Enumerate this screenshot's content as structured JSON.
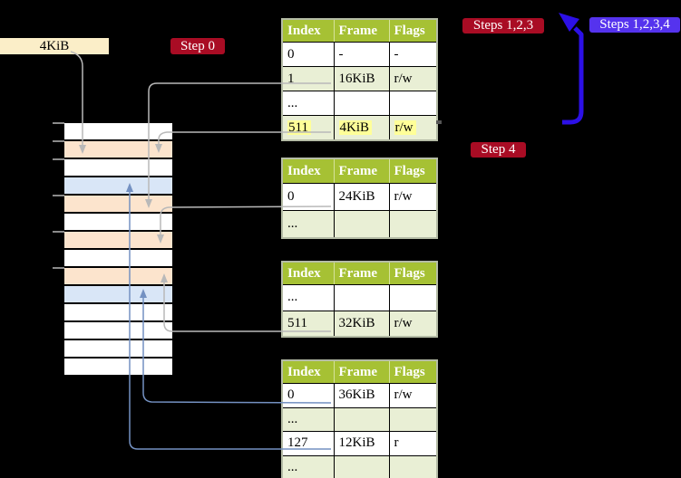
{
  "title_label": "4KiB",
  "step_labels": {
    "step0": "Step 0",
    "steps123": "Steps 1,2,3",
    "steps1234": "Steps 1,2,3,4",
    "step4": "Step 4"
  },
  "colors": {
    "background": "#000000",
    "step_badge_red": "#a90c24",
    "step_badge_violet": "#5533ee",
    "thick_arrow_blue": "#2c10e6",
    "connector_gray": "#b9b9b9",
    "connector_blue": "#7491c2",
    "tick_gray": "#8a8a8a",
    "dash_dark": "#555555",
    "table_border": "#b5bca6",
    "table_header_green": "#a6c134",
    "table_row_light": "#e9efd5",
    "row_highlight_yellow": "#ffff99",
    "mem_white": "#ffffff",
    "mem_orange": "#fce4cd",
    "mem_blue": "#d9e6f7",
    "label_cream": "#fbeec8"
  },
  "memory": {
    "rows": [
      "white",
      "orange",
      "white",
      "blue",
      "orange",
      "white",
      "orange",
      "white",
      "orange",
      "blue",
      "white",
      "white",
      "white",
      "white"
    ]
  },
  "tables": [
    {
      "name": "page-table-1",
      "headers": [
        "Index",
        "Frame",
        "Flags"
      ],
      "rows": [
        {
          "cells": [
            "0",
            "-",
            "-"
          ],
          "shaded": false,
          "highlight": false
        },
        {
          "cells": [
            "1",
            "16KiB",
            "r/w"
          ],
          "shaded": true,
          "highlight": false
        },
        {
          "cells": [
            "...",
            "",
            ""
          ],
          "shaded": false,
          "highlight": false
        },
        {
          "cells": [
            "511",
            "4KiB",
            "r/w"
          ],
          "shaded": true,
          "highlight": true
        }
      ]
    },
    {
      "name": "page-table-2",
      "headers": [
        "Index",
        "Frame",
        "Flags"
      ],
      "rows": [
        {
          "cells": [
            "0",
            "24KiB",
            "r/w"
          ],
          "shaded": false,
          "highlight": false
        },
        {
          "cells": [
            "...",
            "",
            ""
          ],
          "shaded": true,
          "highlight": false
        }
      ]
    },
    {
      "name": "page-table-3",
      "headers": [
        "Index",
        "Frame",
        "Flags"
      ],
      "rows": [
        {
          "cells": [
            "...",
            "",
            ""
          ],
          "shaded": false,
          "highlight": false
        },
        {
          "cells": [
            "511",
            "32KiB",
            "r/w"
          ],
          "shaded": true,
          "highlight": false
        }
      ]
    },
    {
      "name": "page-table-4",
      "headers": [
        "Index",
        "Frame",
        "Flags"
      ],
      "rows": [
        {
          "cells": [
            "0",
            "36KiB",
            "r/w"
          ],
          "shaded": false,
          "highlight": false
        },
        {
          "cells": [
            "...",
            "",
            ""
          ],
          "shaded": true,
          "highlight": false
        },
        {
          "cells": [
            "127",
            "12KiB",
            "r"
          ],
          "shaded": false,
          "highlight": false
        },
        {
          "cells": [
            "...",
            "",
            ""
          ],
          "shaded": true,
          "highlight": false
        }
      ]
    }
  ]
}
